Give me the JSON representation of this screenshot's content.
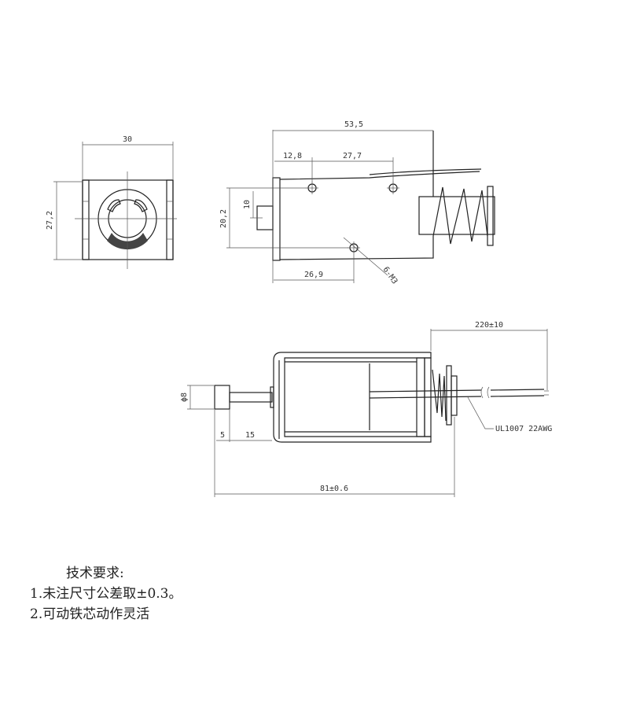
{
  "front_view": {
    "width_dim": "30",
    "height_dim": "27,2"
  },
  "top_view": {
    "length_dim": "53,5",
    "hole_offset_1": "12,8",
    "hole_spacing": "27,7",
    "hole_vertical": "20,2",
    "stub_dim": "10",
    "hole_offset_bottom": "26,9",
    "thread_callout": "6-M3"
  },
  "side_view": {
    "wire_length": "220±10",
    "wire_spec": "UL1007 22AWG",
    "plunger_diameter": "ϕ8",
    "plunger_head": "5",
    "plunger_stroke": "15",
    "overall_length": "81±0.6"
  },
  "notes": {
    "title": "技术要求:",
    "items": [
      "1.未注尺寸公差取±0.3。",
      "2.可动铁芯动作灵活"
    ]
  }
}
